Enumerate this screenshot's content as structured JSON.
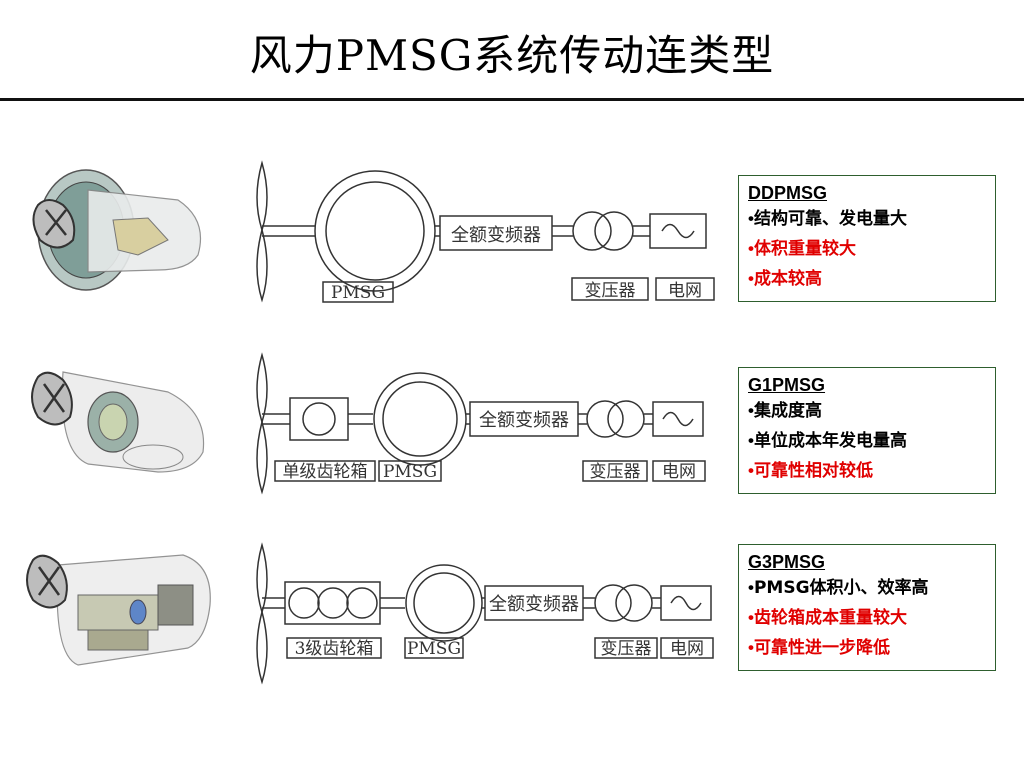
{
  "title": "风力PMSG系统传动连类型",
  "labels": {
    "converter": "全额变频器",
    "pmsg": "PMSG",
    "transformer": "变压器",
    "grid": "电网",
    "gearbox_single": "单级齿轮箱",
    "gearbox_3": "3级齿轮箱"
  },
  "types": [
    {
      "name": "DDPMSG",
      "points": [
        {
          "text": "结构可靠、发电量大",
          "color": "#000000"
        },
        {
          "text": "体积重量较大",
          "color": "#e00000"
        },
        {
          "text": "成本较高",
          "color": "#e00000"
        }
      ]
    },
    {
      "name": "G1PMSG",
      "points": [
        {
          "text": "集成度高",
          "color": "#000000"
        },
        {
          "text": "单位成本年发电量高",
          "color": "#000000"
        },
        {
          "text": "可靠性相对较低",
          "color": "#e00000"
        }
      ]
    },
    {
      "name": "G3PMSG",
      "points": [
        {
          "text": "PMSG体积小、效率高",
          "color": "#000000"
        },
        {
          "text": "齿轮箱成本重量较大",
          "color": "#e00000"
        },
        {
          "text": "可靠性进一步降低",
          "color": "#e00000"
        }
      ]
    }
  ],
  "colors": {
    "accent_red": "#e00000",
    "box_border": "#2e5e2e",
    "diagram_stroke": "#333333"
  }
}
